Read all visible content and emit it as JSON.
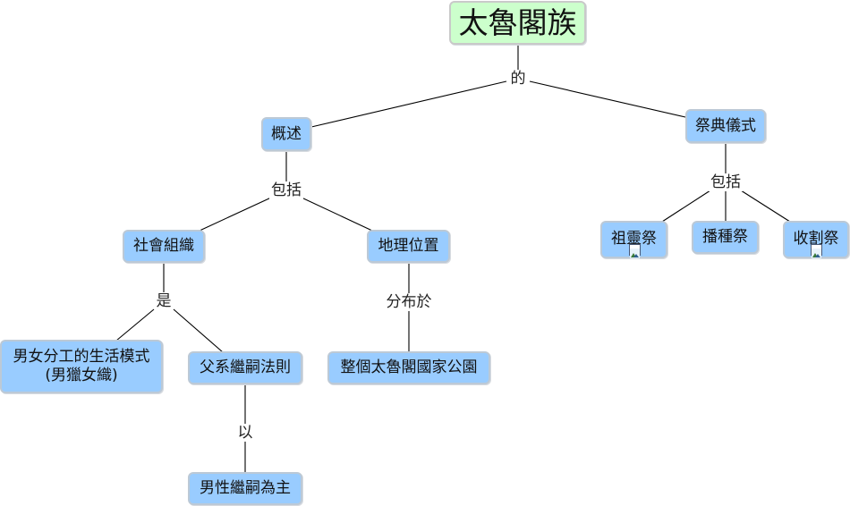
{
  "root": {
    "label": "太魯閣族"
  },
  "links": {
    "root": "的",
    "overview": "包括",
    "ceremonies": "包括",
    "social": "是",
    "geography": "分布於",
    "patrilineal": "以"
  },
  "nodes": {
    "overview": "概述",
    "ceremonies": "祭典儀式",
    "social_org": "社會組織",
    "geography": "地理位置",
    "ancestor_festival": "祖靈祭",
    "sowing_festival": "播種祭",
    "harvest_festival": "收割祭",
    "division_line1": "男女分工的生活模式",
    "division_line2": "(男獵女織)",
    "patrilineal": "父系繼嗣法則",
    "park": "整個太魯閣國家公園",
    "male_succession": "男性繼嗣為主"
  },
  "colors": {
    "root_fill": "#ccffcc",
    "node_fill": "#99ccff",
    "line": "#000000"
  }
}
